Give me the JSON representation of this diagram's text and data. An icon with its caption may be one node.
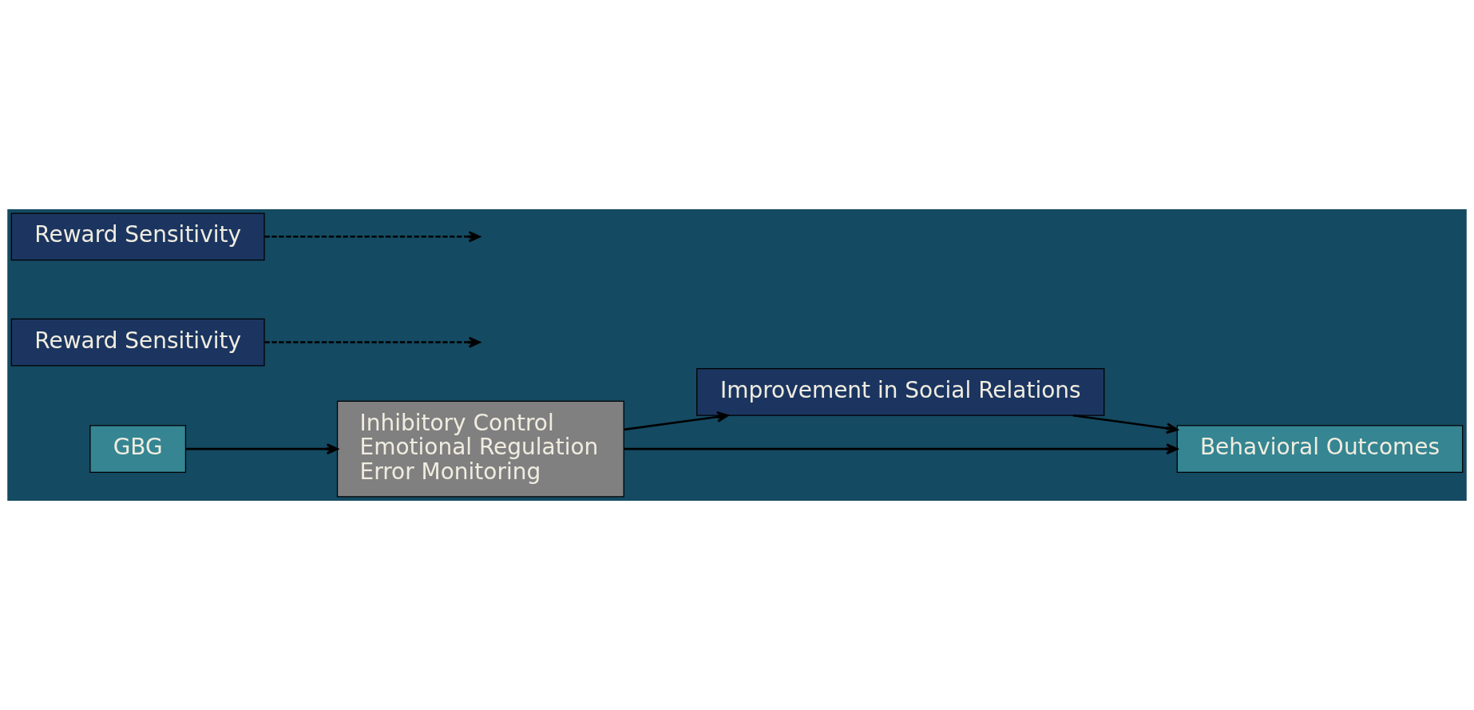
{
  "diagram": {
    "nodes": [
      {
        "text": [
          "GBG"
        ]
      },
      {
        "text": [
          "Inhibitory Control",
          "Emotional Regulation",
          "Error Monitoring"
        ]
      },
      {
        "text": [
          "Improvement in Social Relations"
        ]
      },
      {
        "text": [
          "Behavioral Outcomes"
        ]
      },
      {
        "text": [
          "Reward Sensitivity"
        ]
      },
      {
        "text": [
          "Reward Sensitivity"
        ]
      }
    ],
    "edges": [
      {
        "from": 0,
        "to": 1,
        "arrow": "to"
      },
      {
        "from": 1,
        "to": 2,
        "arrow": "to"
      },
      {
        "from": 2,
        "to": 3,
        "arrow": "to"
      },
      {
        "from": 1,
        "to": 3,
        "arrow": "to"
      },
      {
        "from": 4,
        "to": null,
        "arrow": "to",
        "style": "dashed"
      },
      {
        "from": 5,
        "to": null,
        "arrow": "to",
        "style": "dashed"
      }
    ]
  }
}
